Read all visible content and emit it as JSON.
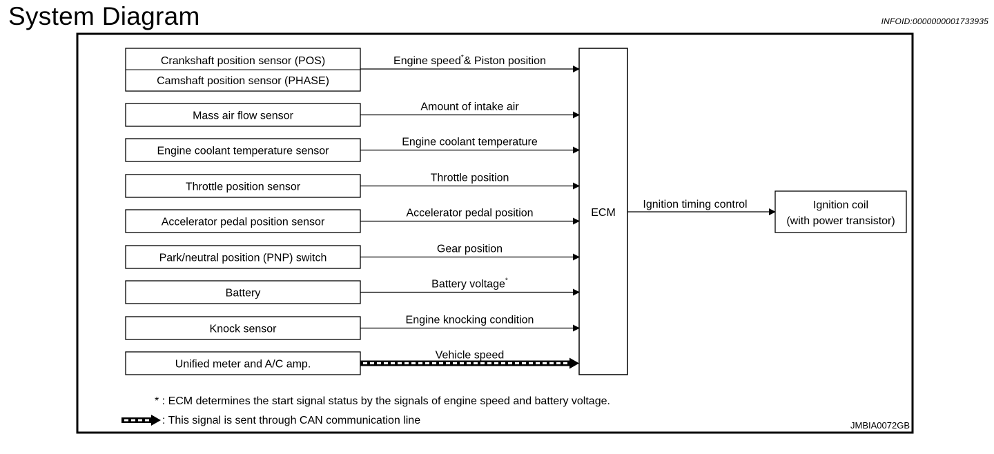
{
  "page": {
    "title": "System Diagram",
    "info_id": "INFOID:0000000001733935"
  },
  "diagram": {
    "sensors": [
      {
        "id": "pos",
        "lines": [
          "Crankshaft position sensor (POS)",
          "Camshaft position sensor (PHASE)"
        ],
        "signal": "Engine speed",
        "signal_mark": "*",
        "signal_rest": "& Piston position",
        "can": false
      },
      {
        "id": "maf",
        "lines": [
          "Mass air flow sensor"
        ],
        "signal": "Amount of intake air",
        "can": false
      },
      {
        "id": "ect",
        "lines": [
          "Engine coolant temperature sensor"
        ],
        "signal": "Engine coolant temperature",
        "can": false
      },
      {
        "id": "tps",
        "lines": [
          "Throttle position sensor"
        ],
        "signal": "Throttle position",
        "can": false
      },
      {
        "id": "apps",
        "lines": [
          "Accelerator pedal position sensor"
        ],
        "signal": "Accelerator pedal position",
        "can": false
      },
      {
        "id": "pnp",
        "lines": [
          "Park/neutral position (PNP) switch"
        ],
        "signal": "Gear position",
        "can": false
      },
      {
        "id": "battery",
        "lines": [
          "Battery"
        ],
        "signal": "Battery voltage",
        "signal_mark": "*",
        "can": false
      },
      {
        "id": "knock",
        "lines": [
          "Knock sensor"
        ],
        "signal": "Engine knocking condition",
        "can": false
      },
      {
        "id": "meter",
        "lines": [
          "Unified meter and A/C amp."
        ],
        "signal": "Vehicle speed",
        "can": true
      }
    ],
    "ecm": {
      "label": "ECM"
    },
    "output": {
      "signal": "Ignition timing control",
      "lines": [
        "Ignition coil",
        "(with power transistor)"
      ]
    },
    "notes": {
      "star": "* : ECM determines the start signal status by the signals of engine speed and battery voltage.",
      "can": ": This signal is sent through CAN communication line"
    },
    "code": "JMBIA0072GB"
  },
  "colors": {
    "line": "#000000",
    "background": "#ffffff"
  }
}
